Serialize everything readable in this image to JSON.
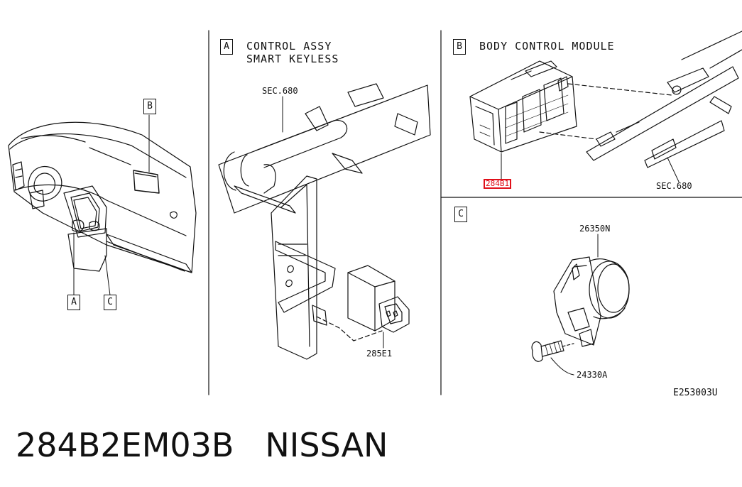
{
  "overview": {
    "callouts": [
      "B",
      "A",
      "C"
    ]
  },
  "panel_a": {
    "tag": "A",
    "title_line1": "CONTROL ASSY",
    "title_line2": "SMART KEYLESS",
    "sec_ref": "SEC.680",
    "part_number": "285E1"
  },
  "panel_b": {
    "tag": "B",
    "title": "BODY CONTROL MODULE",
    "part_number_highlighted": "284B1",
    "sec_ref": "SEC.680"
  },
  "panel_c": {
    "tag": "C",
    "part_switch": "26350N",
    "part_screw": "24330A"
  },
  "drawing_code": "E253003U",
  "caption": {
    "part_number": "284B2EM03B",
    "brand": "NISSAN"
  },
  "colors": {
    "highlight": "#e0101a",
    "line": "#111111"
  }
}
